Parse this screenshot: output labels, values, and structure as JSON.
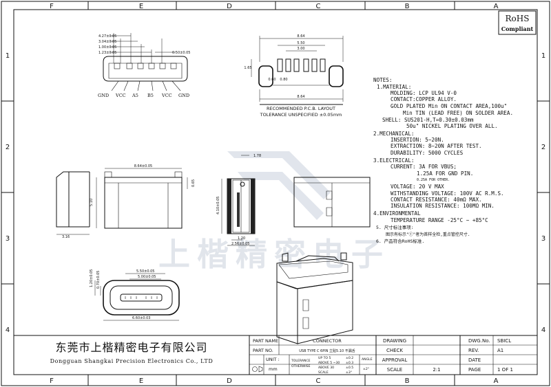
{
  "border": {
    "columns": [
      "F",
      "E",
      "D",
      "C",
      "B",
      "A"
    ],
    "rows": [
      "1",
      "2",
      "3",
      "4"
    ]
  },
  "rohs": {
    "title": "RoHS",
    "subtitle": "Compliant"
  },
  "view1": {
    "dims": [
      "4.27±0.05",
      "3.04±0.05",
      "1.00±0.05",
      "1.23±0.05",
      "0.50±0.05"
    ],
    "pins": [
      "GND",
      "VCC",
      "A5",
      "B5",
      "VCC",
      "GND"
    ]
  },
  "view2": {
    "dims_top": [
      "8.64",
      "5.50",
      "3.00"
    ],
    "dim_left": "1.65",
    "dims_inner": [
      "0.60",
      "0.80"
    ],
    "dim_bottom": "8.64",
    "title": "RECOMMENDED  P.C.B. LAYOUT",
    "tolerance": "TOLERANCE UNSPECIFIED ±0.05mm"
  },
  "view3": {
    "dim_top": "8.64±0.05",
    "dim_side": "5.10",
    "dim_left": "3.16",
    "dim_right": "0.65"
  },
  "view4": {
    "dim_top": "1.78",
    "dim_height": "4.10±0.05",
    "dim_b1": "1.20",
    "dim_b2": "2.56±0.05"
  },
  "view5": {
    "dims": [
      "5.50±0.05",
      "5.00±0.05",
      "1.20±0.05",
      "0.70±0.05",
      "6.60±0.03"
    ]
  },
  "notes": {
    "title": "NOTES:",
    "lines": [
      "1.MATERIAL:",
      "MOLDING: LCP UL94 V-0",
      "CONTACT:COPPER ALLOY.",
      "GOLD PLATED Min ON CONTACT AREA,100u\"",
      "Min TIN (LEAD FREE) ON SOLDER AREA.",
      "SHELL: SUS201-H,T=0.30±0.03mm",
      "50u\" NICKEL PLATING OVER ALL.",
      "2.MECHANICAL:",
      "INSERTION: 5~20N.",
      "EXTRACTION: 8~20N AFTER TEST.",
      "DURABILITY: 5000 CYCLES",
      "3.ELECTRICAL:",
      "CURRENT: 3A FOR VBUS;",
      "1.25A FOR GND PIN.",
      "0.25A FOR OTHER.",
      "VOLTAGE: 20 V MAX",
      "WITHSTANDING VOLTAGE: 100V AC R.M.S.",
      "CONTACT RESISTANCE: 40mΩ MAX.",
      "INSULATION RESISTANCE: 100MΩ MIN.",
      "4.ENVIRONMENTAL",
      "TEMPERATURE RANGE -25°C ~ +85°C",
      "5. 尺寸标注事项:",
      "图示有标示\"①\"者为首样全检,重点管控尺寸.",
      "6. 产品符合RoHS标准."
    ]
  },
  "watermark": "上楷精密电子",
  "company": {
    "cn": "东莞市上楷精密电子有限公司",
    "en": "Dongguan Shangkai Precision Electronics Co., LTD"
  },
  "titleblock": {
    "part_name_label": "PART NAME",
    "part_name": "CONNECTOR",
    "part_no_label": "PART NO.",
    "part_no": "USB TYPE C 6PIN 立贴5.10 不漏舌",
    "unit_label": "UNIT :",
    "unit": "mm",
    "tol_label1": "TOLERANCE",
    "tol_label2": "OTHERWISE",
    "tol_rows": [
      [
        "UP TO 5",
        "±0.2"
      ],
      [
        "ABOVE 5 ~30",
        "±0.3"
      ],
      [
        "ABOVE 30",
        "±0.5"
      ],
      [
        "SCALE",
        "±3°"
      ]
    ],
    "angle_label": "ANGLE",
    "angle_val": "±2°",
    "drawing": "DRAWING",
    "check": "CHECK",
    "approval": "APPROVAL",
    "scale": "SCALE",
    "scale_val": "2:1",
    "dwg_label": "DWG.No.",
    "dwg": "SBICL",
    "rev_label": "REV.",
    "rev": "A1",
    "date_label": "DATE",
    "page_label": "PAGE",
    "page": "1 OF 1"
  }
}
